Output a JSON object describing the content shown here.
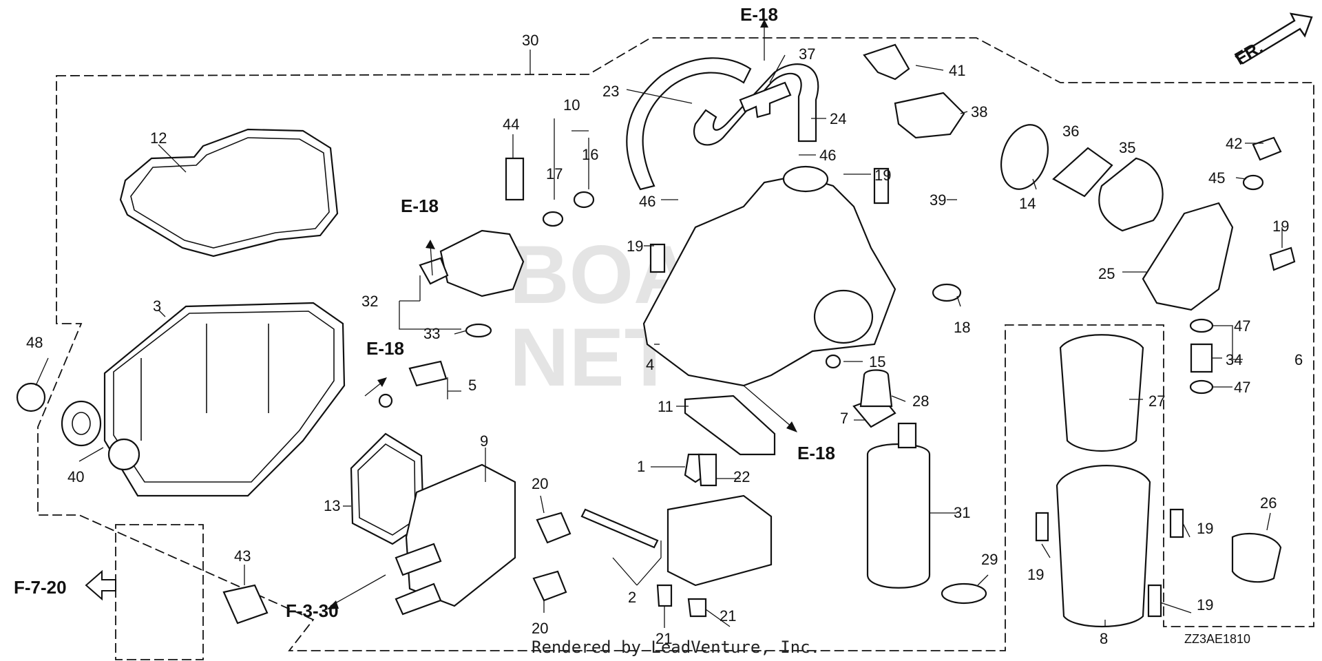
{
  "diagram": {
    "title_code": "ZZ3AE1810",
    "credit": "Rendered by LeadVenture, Inc.",
    "front_arrow": "FR.",
    "refs": {
      "e18_top": "E-18",
      "e18_left": "E-18",
      "e18_mid": "E-18",
      "e18_right": "E-18",
      "f720": "F-7-20",
      "f330": "F-3-30"
    },
    "callouts": [
      {
        "id": "c30",
        "text": "30"
      },
      {
        "id": "c37",
        "text": "37"
      },
      {
        "id": "c41",
        "text": "41"
      },
      {
        "id": "c23",
        "text": "23"
      },
      {
        "id": "c10",
        "text": "10"
      },
      {
        "id": "c24",
        "text": "24"
      },
      {
        "id": "c38",
        "text": "38"
      },
      {
        "id": "c12",
        "text": "12"
      },
      {
        "id": "c44",
        "text": "44"
      },
      {
        "id": "c16",
        "text": "16"
      },
      {
        "id": "c17",
        "text": "17"
      },
      {
        "id": "c46a",
        "text": "46"
      },
      {
        "id": "c36",
        "text": "36"
      },
      {
        "id": "c35",
        "text": "35"
      },
      {
        "id": "c42",
        "text": "42"
      },
      {
        "id": "c46b",
        "text": "46"
      },
      {
        "id": "c19a",
        "text": "19"
      },
      {
        "id": "c45",
        "text": "45"
      },
      {
        "id": "c14",
        "text": "14"
      },
      {
        "id": "c39",
        "text": "39"
      },
      {
        "id": "c19b",
        "text": "19"
      },
      {
        "id": "c19c",
        "text": "19"
      },
      {
        "id": "c25",
        "text": "25"
      },
      {
        "id": "c32",
        "text": "32"
      },
      {
        "id": "c3",
        "text": "3"
      },
      {
        "id": "c18",
        "text": "18"
      },
      {
        "id": "c47a",
        "text": "47"
      },
      {
        "id": "c48",
        "text": "48"
      },
      {
        "id": "c33",
        "text": "33"
      },
      {
        "id": "c4",
        "text": "4"
      },
      {
        "id": "c15",
        "text": "15"
      },
      {
        "id": "c34",
        "text": "34"
      },
      {
        "id": "c6",
        "text": "6"
      },
      {
        "id": "c47b",
        "text": "47"
      },
      {
        "id": "c5",
        "text": "5"
      },
      {
        "id": "c28",
        "text": "28"
      },
      {
        "id": "c11",
        "text": "11"
      },
      {
        "id": "c27",
        "text": "27"
      },
      {
        "id": "c7",
        "text": "7"
      },
      {
        "id": "c9",
        "text": "9"
      },
      {
        "id": "c1",
        "text": "1"
      },
      {
        "id": "c22",
        "text": "22"
      },
      {
        "id": "c40",
        "text": "40"
      },
      {
        "id": "c20a",
        "text": "20"
      },
      {
        "id": "c13",
        "text": "13"
      },
      {
        "id": "c31",
        "text": "31"
      },
      {
        "id": "c26",
        "text": "26"
      },
      {
        "id": "c19d",
        "text": "19"
      },
      {
        "id": "c43",
        "text": "43"
      },
      {
        "id": "c19e",
        "text": "19"
      },
      {
        "id": "c29",
        "text": "29"
      },
      {
        "id": "c2",
        "text": "2"
      },
      {
        "id": "c21a",
        "text": "21"
      },
      {
        "id": "c19f",
        "text": "19"
      },
      {
        "id": "c20b",
        "text": "20"
      },
      {
        "id": "c21b",
        "text": "21"
      },
      {
        "id": "c8",
        "text": "8"
      }
    ]
  }
}
